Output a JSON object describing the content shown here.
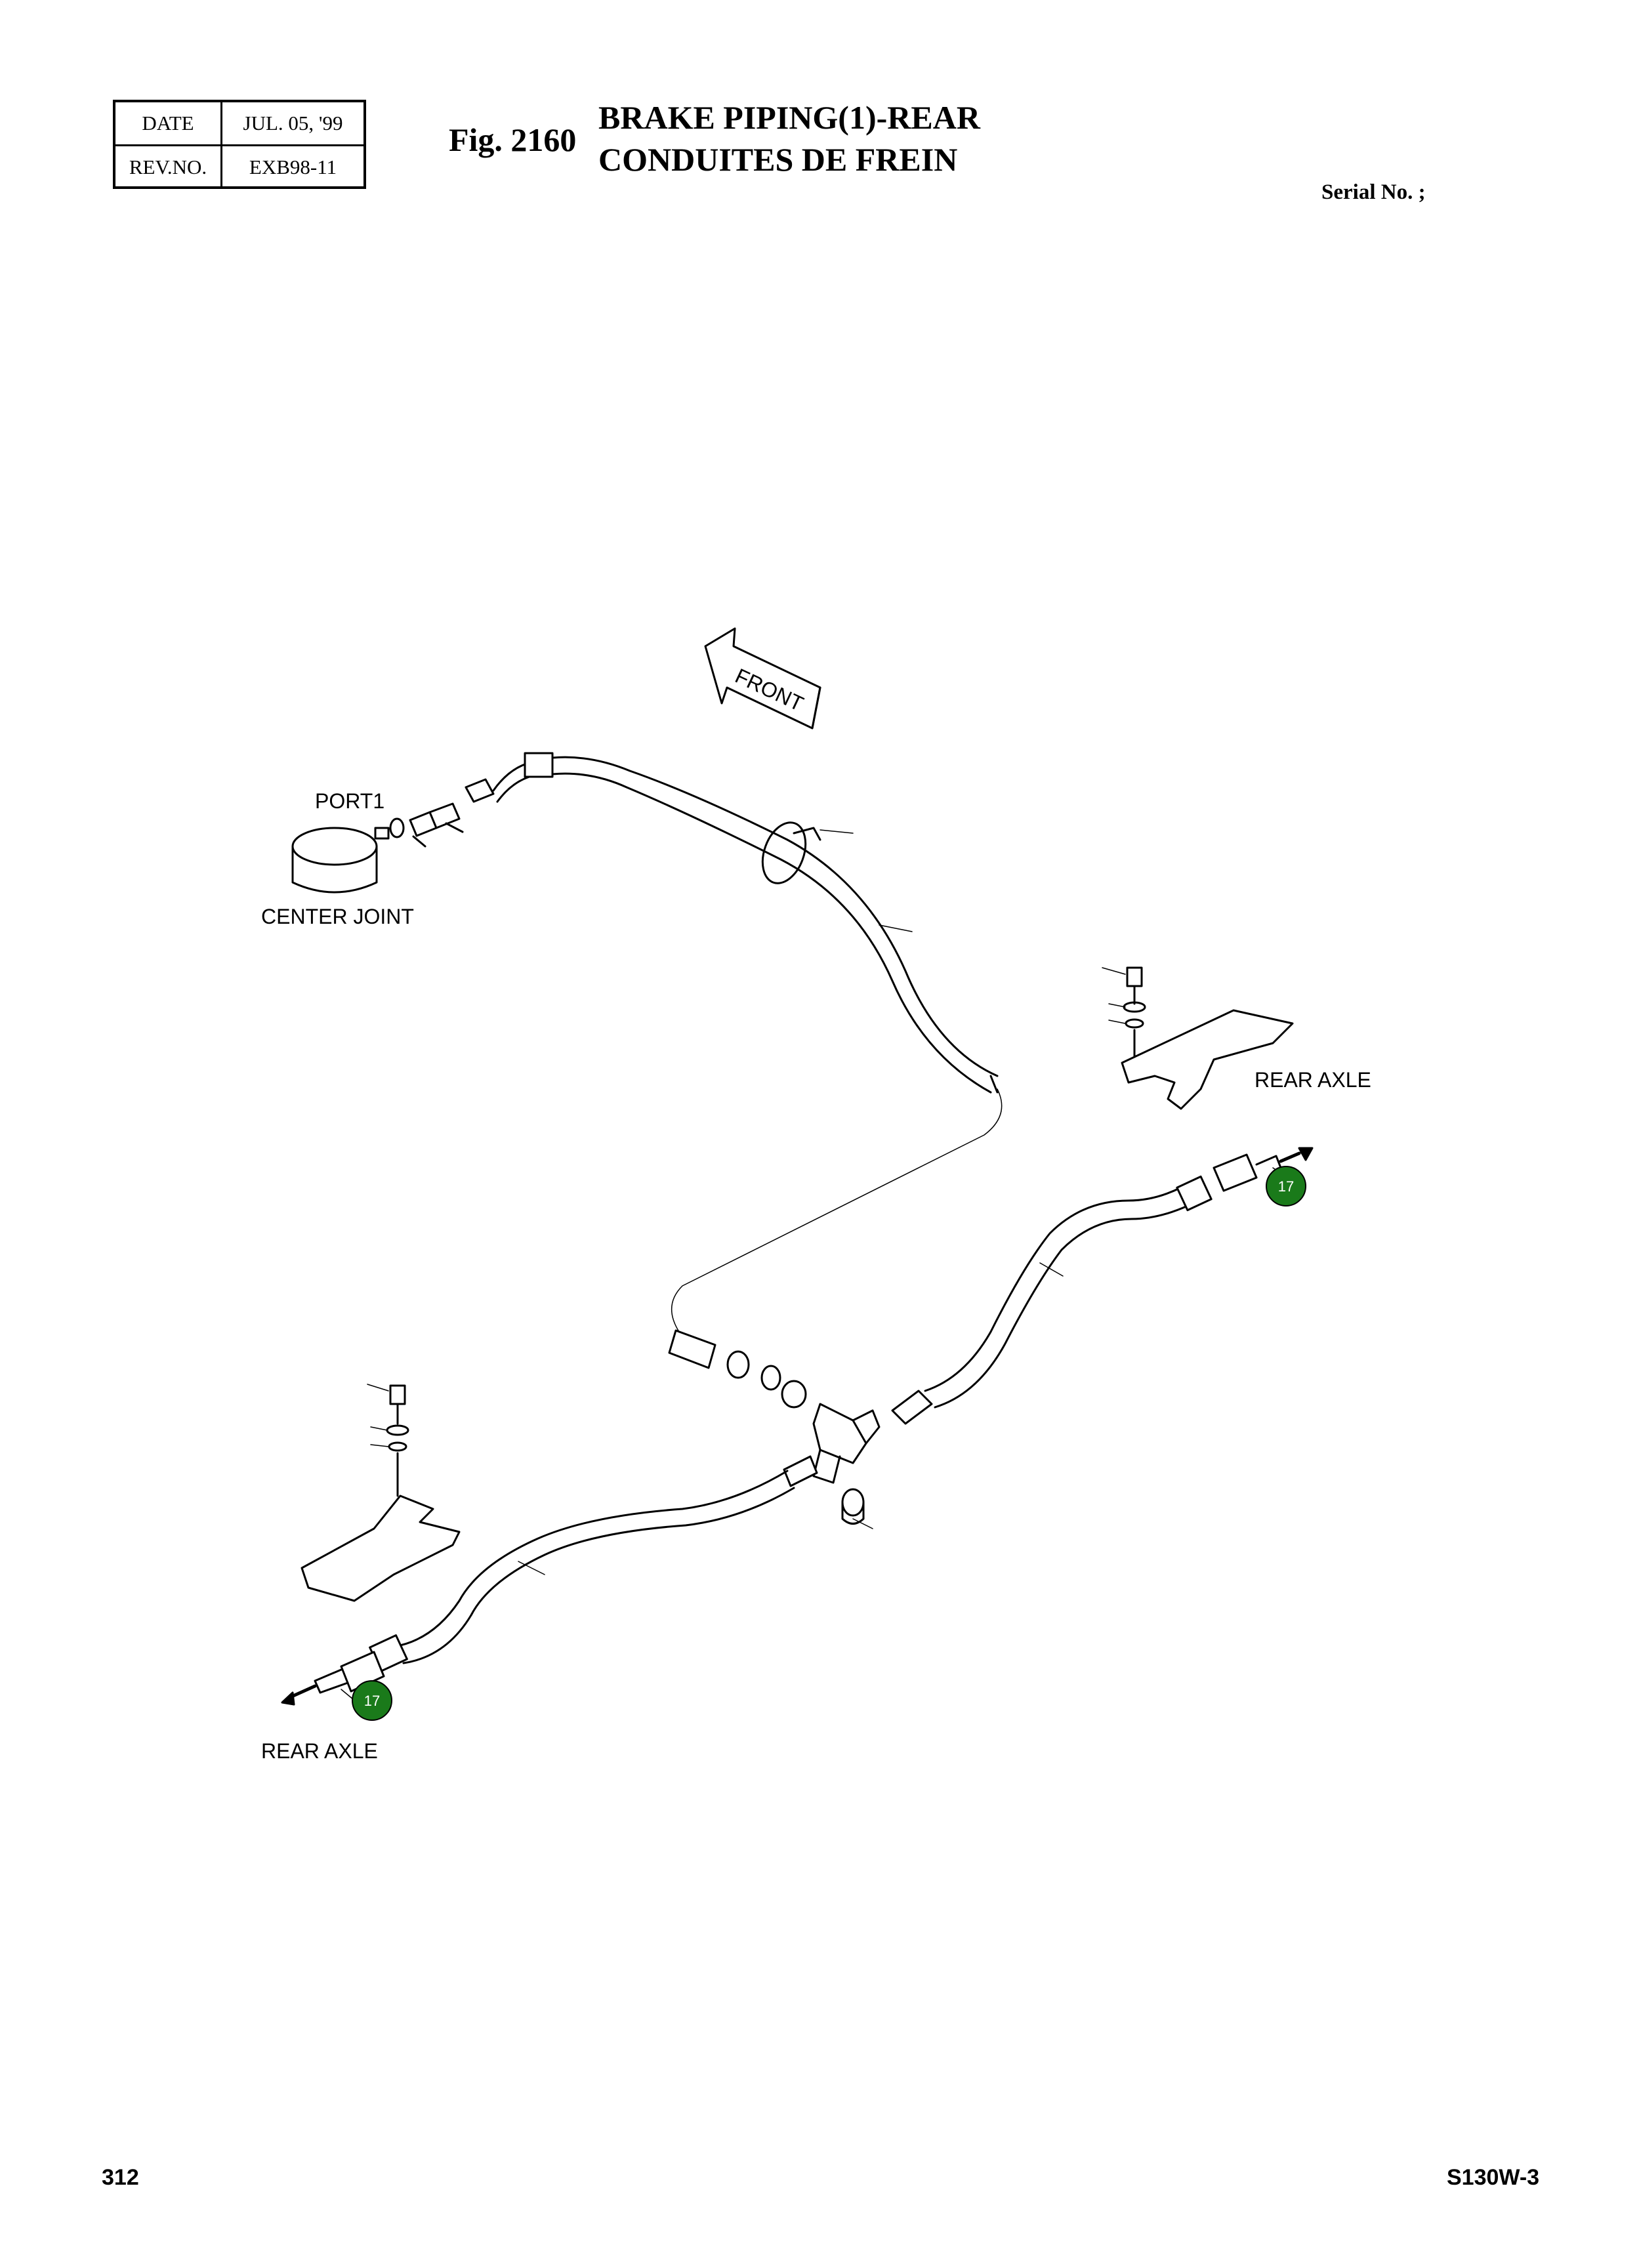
{
  "header": {
    "date_label": "DATE",
    "date_value": "JUL. 05, '99",
    "rev_label": "REV.NO.",
    "rev_value": "EXB98-11",
    "fig_number": "Fig. 2160",
    "title_en": "BRAKE PIPING(1)-REAR",
    "title_fr": "CONDUITES DE FREIN",
    "serial": "Serial No. ;"
  },
  "diagram": {
    "front_arrow": "FRONT",
    "port_label": "PORT1",
    "center_joint_label": "CENTER JOINT",
    "rear_axle_right": "REAR AXLE",
    "rear_axle_left": "REAR AXLE",
    "callout_right": "17",
    "callout_left": "17",
    "callout_color": "#1a7a1a"
  },
  "footer": {
    "page_number": "312",
    "model": "S130W-3"
  }
}
